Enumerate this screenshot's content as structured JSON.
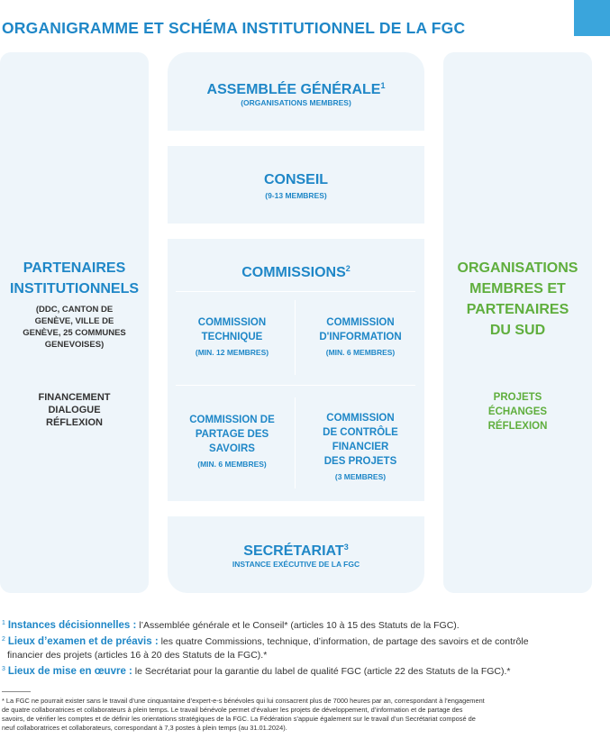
{
  "title": "ORGANIGRAMME ET SCHÉMA INSTITUTIONNEL DE LA FGC",
  "colors": {
    "blue": "#1f87c7",
    "green": "#5fae3d",
    "panel": "#eef5fa",
    "accent_tab": "#3aa5dc"
  },
  "left": {
    "heading_lines": [
      "PARTENAIRES",
      "INSTITUTIONNELS"
    ],
    "detail_lines": [
      "(DDC, CANTON DE",
      "GENÈVE, VILLE DE",
      "GENÈVE, 25 COMMUNES",
      "GENEVOISES)"
    ],
    "role_lines": [
      "FINANCEMENT",
      "DIALOGUE",
      "RÉFLEXION"
    ]
  },
  "right": {
    "heading_lines": [
      "ORGANISATIONS",
      "MEMBRES ET",
      "PARTENAIRES",
      "DU SUD"
    ],
    "role_lines": [
      "PROJETS",
      "ÉCHANGES",
      "RÉFLEXION"
    ]
  },
  "assemblee": {
    "title": "ASSEMBLÉE GÉNÉRALE",
    "sup": "1",
    "subtitle": "(ORGANISATIONS MEMBRES)"
  },
  "conseil": {
    "title": "CONSEIL",
    "subtitle": "(9-13 MEMBRES)"
  },
  "commissions": {
    "title": "COMMISSIONS",
    "sup": "2",
    "technique": {
      "lines": [
        "COMMISSION",
        "TECHNIQUE"
      ],
      "members": "(MIN. 12 MEMBRES)"
    },
    "information": {
      "lines": [
        "COMMISSION",
        "D'INFORMATION"
      ],
      "members": "(MIN. 6 MEMBRES)"
    },
    "savoirs": {
      "lines": [
        "COMMISSION DE",
        "PARTAGE DES",
        "SAVOIRS"
      ],
      "members": "(MIN. 6 MEMBRES)"
    },
    "controle": {
      "lines": [
        "COMMISSION",
        "DE CONTRÔLE",
        "FINANCIER",
        "DES PROJETS"
      ],
      "members": "(3 MEMBRES)"
    }
  },
  "secretariat": {
    "title": "SECRÉTARIAT",
    "sup": "3",
    "subtitle": "INSTANCE EXÉCUTIVE DE LA FGC"
  },
  "notes": [
    {
      "num": "1",
      "label": "Instances décisionnelles :",
      "text": " l’Assemblée générale et le Conseil* (articles 10 à 15 des Statuts de la FGC)."
    },
    {
      "num": "2",
      "label": "Lieux d’examen et de préavis :",
      "text": " les quatre Commissions, technique, d’information, de partage des savoirs et de contrôle",
      "cont": "financier des projets (articles 16 à 20 des Statuts de la FGC).*"
    },
    {
      "num": "3",
      "label": "Lieux de mise en œuvre :",
      "text": " le Secrétariat pour la garantie du label de qualité FGC (article 22 des Statuts de la FGC).*"
    }
  ],
  "footnote_lines": [
    "* La FGC ne pourrait exister sans le travail d’une cinquantaine d’expert-e-s bénévoles qui lui consacrent plus de 7000 heures par an, correspondant à l’engagement",
    "de quatre collaboratrices et collaborateurs à plein temps. Le travail bénévole permet d’évaluer les projets de développement, d’information et de partage des",
    "savoirs, de vérifier les comptes et de définir les orientations stratégiques de la FGC. La Fédération s’appuie également sur le travail d’un Secrétariat composé de",
    "neuf collaboratrices et collaborateurs, correspondant à 7,3 postes à plein temps (au 31.01.2024)."
  ]
}
